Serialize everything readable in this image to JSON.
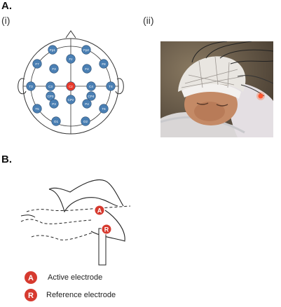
{
  "panel_a": {
    "label": "A.",
    "sub_i": "(i)",
    "sub_ii": "(ii)",
    "electrodes": [
      "Fp1",
      "Fp2",
      "F7",
      "F3",
      "Fz",
      "F4",
      "F8",
      "T3",
      "C3",
      "Cz",
      "C4",
      "T4",
      "CP3",
      "CPz",
      "CP4",
      "T5",
      "P3",
      "P4",
      "T6",
      "O1",
      "O2"
    ],
    "reference_electrode": "Cz"
  },
  "panel_b": {
    "label": "B.",
    "marker_active": "A",
    "marker_reference": "R"
  },
  "legend": {
    "active_letter": "A",
    "active_label": "Active electrode",
    "reference_letter": "R",
    "reference_label": "Reference electrode"
  },
  "colors": {
    "electrode_fill": "#4a7fb3",
    "reference_fill": "#e8392b",
    "marker_fill": "#d63a2f"
  }
}
